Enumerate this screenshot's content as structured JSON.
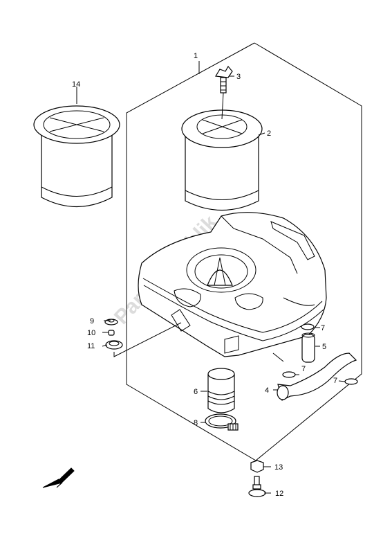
{
  "watermark": "PartsRepublik",
  "callouts": [
    {
      "id": "1",
      "label": "1"
    },
    {
      "id": "2",
      "label": "2"
    },
    {
      "id": "3",
      "label": "3"
    },
    {
      "id": "4",
      "label": "4"
    },
    {
      "id": "5",
      "label": "5"
    },
    {
      "id": "6",
      "label": "6"
    },
    {
      "id": "7a",
      "label": "7"
    },
    {
      "id": "7b",
      "label": "7"
    },
    {
      "id": "7c",
      "label": "7"
    },
    {
      "id": "8",
      "label": "8"
    },
    {
      "id": "9",
      "label": "9"
    },
    {
      "id": "10",
      "label": "10"
    },
    {
      "id": "11",
      "label": "11"
    },
    {
      "id": "12",
      "label": "12"
    },
    {
      "id": "13",
      "label": "13"
    },
    {
      "id": "14",
      "label": "14"
    }
  ]
}
